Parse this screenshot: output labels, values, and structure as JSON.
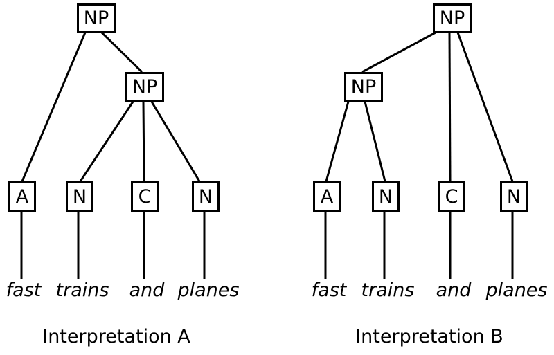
{
  "figure": {
    "background_color": "#ffffff",
    "line_color": "#000000",
    "text_color": "#000000",
    "description": "Two syntax parse trees for the phrase 'fast trains and planes'"
  },
  "trees": [
    {
      "caption": "Interpretation A",
      "root_label": "NP",
      "inner_label": "NP",
      "leaves": [
        "A",
        "N",
        "C",
        "N"
      ],
      "words": [
        "fast",
        "trains",
        "and",
        "planes"
      ]
    },
    {
      "caption": "Interpretation B",
      "root_label": "NP",
      "inner_label": "NP",
      "leaves": [
        "A",
        "N",
        "C",
        "N"
      ],
      "words": [
        "fast",
        "trains",
        "and",
        "planes"
      ]
    }
  ]
}
